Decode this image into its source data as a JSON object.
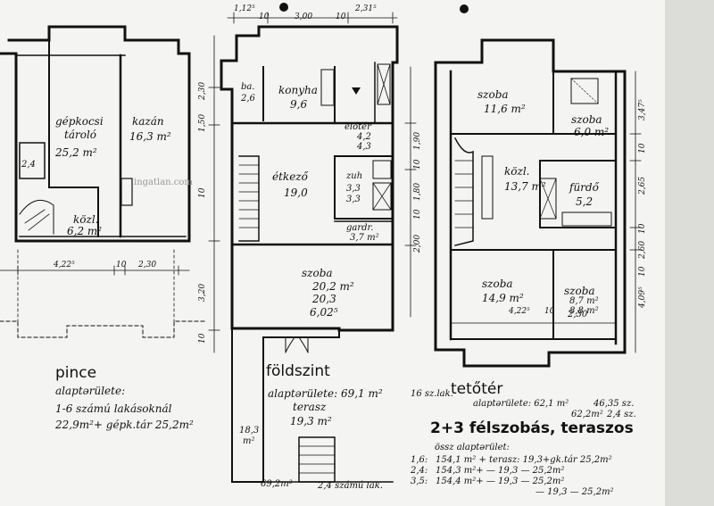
{
  "floors": {
    "pince": {
      "title": "pince",
      "subtitle": "alaptərülete:",
      "desc_1": "1-6 számú lakásoknál",
      "desc_2": "22,9m²+ gépk.tár 25,2m²",
      "rooms": {
        "garage_name_1": "gépkocsi",
        "garage_name_2": "tároló",
        "garage_area": "25,2 m²",
        "boiler_name": "kazán",
        "boiler_area": "16,3 m²",
        "hall_name": "közl.",
        "hall_area": "6,2 m²",
        "storage_area": "2,4"
      },
      "dims": {
        "d1": "4,22⁵",
        "d2": "10",
        "d3": "2,30"
      }
    },
    "foldszint": {
      "title": "földszint",
      "subtitle": "alaptərülete: 69,1 m²",
      "note": "16 sz.lak.",
      "terrace_name": "terasz",
      "terrace_area": "19,3 m²",
      "side_area_1": "18,3",
      "side_area_2": "m²",
      "bottom_note_1": "69,2m²",
      "bottom_note_2": "2,4 számú lak.",
      "rooms": {
        "wc_name": "ba.",
        "wc_area": "2,6",
        "kitchen_name": "konyha",
        "kitchen_area": "9,6",
        "pantry_name": "előtér",
        "pantry_area_1": "4,2",
        "pantry_area_2": "4,3",
        "dining_name": "étkező",
        "dining_area": "19,0",
        "bath_name": "zuh",
        "bath_area_1": "3,3",
        "bath_area_2": "3,3",
        "wardrobe_name": "gardr.",
        "wardrobe_area": "3,7 m²",
        "living_name": "szoba",
        "living_area_1": "20,2 m²",
        "living_area_2": "20,3",
        "living_dim": "6,02⁵"
      },
      "dims": {
        "top_1": "1,12⁵",
        "top_2": "10",
        "top_3": "3,00",
        "top_4": "10",
        "top_5": "2,31⁵",
        "left_1": "2,30",
        "left_2": "1,50",
        "left_3": "10",
        "left_4": "3,20",
        "left_5": "10",
        "right_1": "1,90",
        "right_2": "10",
        "right_3": "1,80",
        "right_4": "10",
        "right_5": "2,00"
      }
    },
    "teteter": {
      "title": "tetőtér",
      "subtitle": "alaptərülete: 62,1 m²",
      "subtitle_b": "46,35 sz.",
      "subtitle_c": "62,2m²",
      "subtitle_d": "2,4 sz.",
      "rooms": {
        "r1_name": "szoba",
        "r1_area": "11,6 m²",
        "r2_name": "szoba",
        "r2_area": "6,0 m²",
        "hall_name": "közl.",
        "hall_area": "13,7 m²",
        "bath_name": "fürdő",
        "bath_area": "5,2",
        "r3_name": "szoba",
        "r3_area": "14,9 m²",
        "r4_name": "szoba",
        "r4_area_1": "8,7 m²",
        "r4_area_2": "8,8 m²",
        "r4_dim": "2,30"
      },
      "dims": {
        "d1": "4,22⁵",
        "d2": "10",
        "r1": "3,47⁵",
        "r2": "10",
        "r3": "2,65",
        "r4": "10",
        "r5": "2,60",
        "r6": "10",
        "r7": "4,09⁵"
      }
    }
  },
  "summary": {
    "heading": "2+3 félszobás, teraszos",
    "total_label": "össz alaptərület:",
    "rows": [
      {
        "lead": "1,6:",
        "text": "154,1 m² + terasz: 19,3+gk.tár 25,2m²"
      },
      {
        "lead": "2,4:",
        "text": "154,3 m²+  —  19,3  —  25,2m²"
      },
      {
        "lead": "3,5:",
        "text": "154,4 m²+  —  19,3  —  25,2m²"
      },
      {
        "lead": "",
        "text": "—  19,3  —  25,2m²"
      }
    ]
  },
  "watermark": "ingatlan.com"
}
